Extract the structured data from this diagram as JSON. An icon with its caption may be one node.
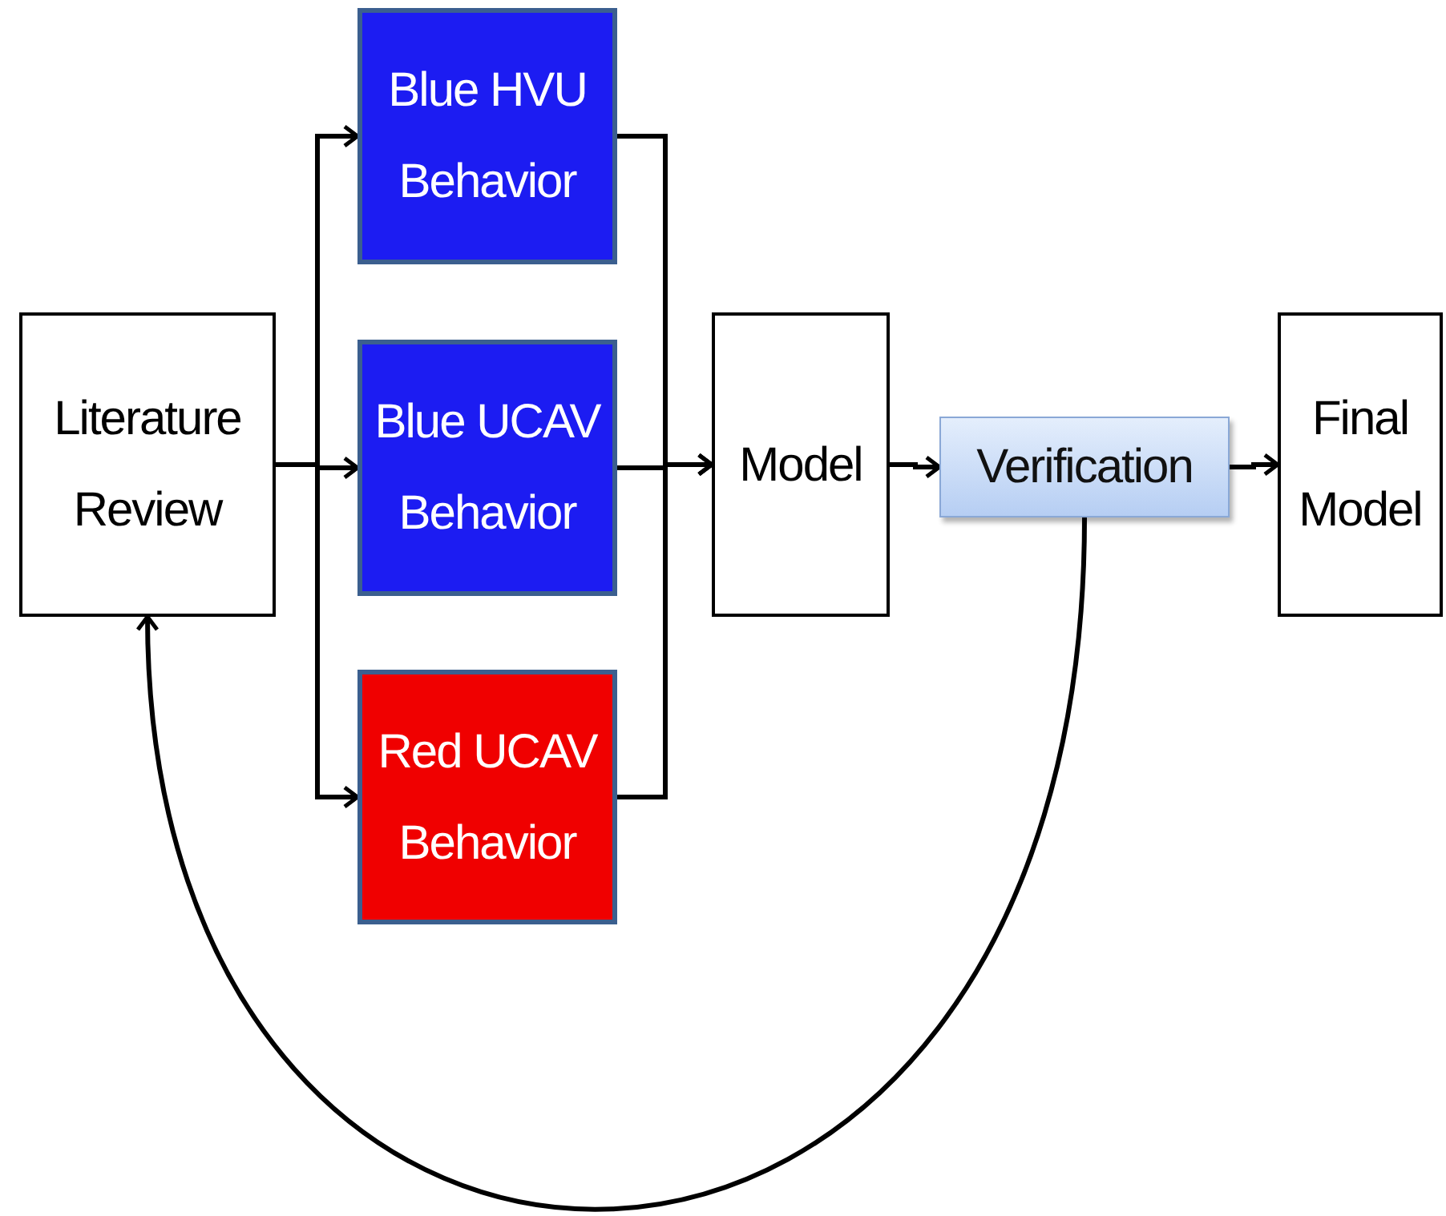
{
  "diagram": {
    "nodes": [
      {
        "text": [
          "Literature Review"
        ]
      },
      {
        "text": [
          "Blue HVU Behavior"
        ]
      },
      {
        "text": [
          "Blue UCAV Behavior"
        ]
      },
      {
        "text": [
          "Red UCAV Behavior"
        ]
      },
      {
        "text": [
          "Model"
        ]
      },
      {
        "text": [
          "Verification"
        ]
      },
      {
        "text": [
          "Final Model"
        ]
      }
    ],
    "edges": [
      {
        "from": 0,
        "to": 1,
        "arrow": "to"
      },
      {
        "from": 0,
        "to": 2,
        "arrow": "to"
      },
      {
        "from": 0,
        "to": 3,
        "arrow": "to"
      },
      {
        "from": 1,
        "to": 4,
        "arrow": "to"
      },
      {
        "from": 2,
        "to": 4,
        "arrow": "to"
      },
      {
        "from": 3,
        "to": 4,
        "arrow": "to"
      },
      {
        "from": 4,
        "to": 5,
        "arrow": "to"
      },
      {
        "from": 5,
        "to": 6,
        "arrow": "to"
      },
      {
        "from": 5,
        "to": 0,
        "arrow": "to"
      }
    ]
  }
}
